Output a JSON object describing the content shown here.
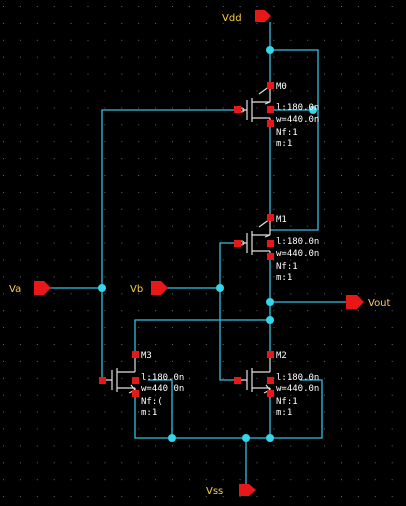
{
  "colors": {
    "background": "#000000",
    "grid": "#6a6a6a",
    "wire": "#33bfe0",
    "device": "#e0e0e0",
    "pin": "#e81818",
    "pin_label": "#ffcc44",
    "text": "#ffffff",
    "net_dot": "#33d6ea"
  },
  "pins": {
    "vdd": "Vdd",
    "vss": "Vss",
    "va": "Va",
    "vb": "Vb",
    "vout": "Vout"
  },
  "transistors": [
    {
      "name": "M0",
      "l": "l:180.0n",
      "w": "w=440.0n",
      "nf": "Nf:1",
      "m": "m:1",
      "type": "pmos"
    },
    {
      "name": "M1",
      "l": "l:180.0n",
      "w": "w=440.0n",
      "nf": "Nf:1",
      "m": "m:1",
      "type": "pmos"
    },
    {
      "name": "M3",
      "l": "l:180.0n",
      "w": "w=440 0n",
      "nf": "Nf:(",
      "m": "m:1",
      "type": "nmos"
    },
    {
      "name": "M2",
      "l": "l:180.0n",
      "w": "w=440.0n",
      "nf": "Nf:1",
      "m": "m:1",
      "type": "nmos"
    }
  ]
}
